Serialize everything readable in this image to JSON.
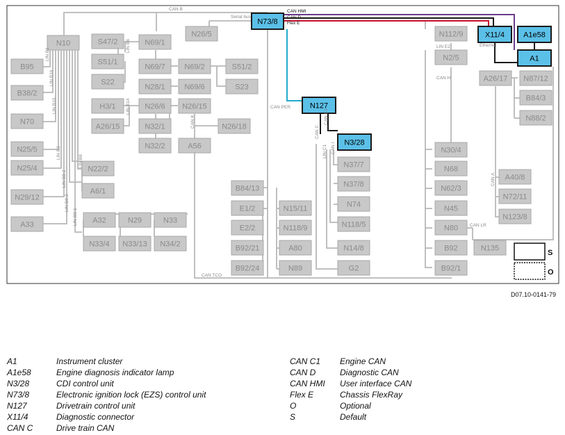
{
  "doc_id": "D07.10-0141-79",
  "boxes": {
    "N10": "N10",
    "B95": "B95",
    "B38_2": "B38/2",
    "N70": "N70",
    "N25_5": "N25/5",
    "N25_4": "N25/4",
    "N29_12": "N29/12",
    "A33": "A33",
    "S47_2": "S47/2",
    "S51_1": "S51/1",
    "S22": "S22",
    "N69_1": "N69/1",
    "N26_5": "N26/5",
    "N73_8": "N73/8",
    "N69_7": "N69/7",
    "N69_2": "N69/2",
    "S51_2": "S51/2",
    "N28_1": "N28/1",
    "N69_6": "N69/6",
    "S23": "S23",
    "H3_1": "H3/1",
    "N26_6": "N26/6",
    "N26_15": "N26/15",
    "A26_15": "A26/15",
    "N32_1": "N32/1",
    "N26_18": "N26/18",
    "N32_2": "N32/2",
    "A56": "A56",
    "N22_2": "N22/2",
    "A6_1": "A6/1",
    "A32": "A32",
    "N29": "N29",
    "N33": "N33",
    "N33_4": "N33/4",
    "N33_13": "N33/13",
    "N34_2": "N34/2",
    "N127": "N127",
    "N3_28": "N3/28",
    "B84_13": "B84/13",
    "E1_2": "E1/2",
    "N15_11": "N15/11",
    "E2_2": "E2/2",
    "N118_9": "N118/9",
    "B92_21": "B92/21",
    "A80": "A80",
    "B92_24": "B92/24",
    "N89": "N89",
    "N37_7": "N37/7",
    "N37_8": "N37/8",
    "N74": "N74",
    "N118_5": "N118/5",
    "N14_8": "N14/8",
    "G2": "G2",
    "N112_9": "N112/9",
    "X11_4": "X11/4",
    "A1e58": "A1e58",
    "A1": "A1",
    "N2_5": "N2/5",
    "A26_17": "A26/17",
    "N87_12": "N87/12",
    "B84_3": "B84/3",
    "N88_2": "N88/2",
    "N30_4": "N30/4",
    "N68": "N68",
    "N62_3": "N62/3",
    "N45": "N45",
    "N80": "N80",
    "B92": "B92",
    "B92_1": "B92/1",
    "A40_8": "A40/8",
    "N72_11": "N72/11",
    "N123_8": "N123/8",
    "N135": "N135"
  },
  "bus_labels": {
    "can_b": "CAN B",
    "serial_bus": "Serial bus",
    "can_hmi": "CAN HMI",
    "can_d": "CAN D",
    "flex_e": "Flex E",
    "lin_e2": "LIN E2",
    "ethernet": "Ethernet",
    "can_h": "CAN H",
    "can_per": "CAN PER",
    "can_c": "CAN C",
    "can_c1": "CAN C1",
    "can_i": "CAN I",
    "lin_c1": "LIN C1",
    "can_k": "CAN K",
    "can_a": "CAN A",
    "can_lr": "CAN LR",
    "can_tco": "CAN TCO",
    "lin_b1": "LIN B1",
    "lin_b16": "LIN B16",
    "lin_b15": "LIN B15",
    "lin_b2": "LIN B2",
    "lin_b8_2": "LIN B8-2",
    "lin_b8_3": "LIN B8-3",
    "lin_b8_1": "LIN B8-1",
    "lin_b8": "LIN B8",
    "lin_b6": "LIN B6",
    "lin_b14": "LIN B14"
  },
  "key": {
    "s": "S",
    "o": "O"
  },
  "legend_left": [
    {
      "code": "A1",
      "desc": "Instrument cluster"
    },
    {
      "code": "A1e58",
      "desc": "Engine diagnosis indicator lamp"
    },
    {
      "code": "N3/28",
      "desc": "CDI control unit"
    },
    {
      "code": "N73/8",
      "desc": "Electronic ignition lock (EZS) control unit"
    },
    {
      "code": "N127",
      "desc": "Drivetrain control unit"
    },
    {
      "code": "X11/4",
      "desc": "Diagnostic connector"
    },
    {
      "code": "CAN C",
      "desc": "Drive train CAN"
    }
  ],
  "legend_right": [
    {
      "code": "CAN C1",
      "desc": "Engine CAN"
    },
    {
      "code": "CAN D",
      "desc": "Diagnostic CAN"
    },
    {
      "code": "CAN HMI",
      "desc": "User interface CAN"
    },
    {
      "code": "Flex E",
      "desc": "Chassis FlexRay"
    },
    {
      "code": "O",
      "desc": "Optional"
    },
    {
      "code": "S",
      "desc": "Default"
    }
  ],
  "colors": {
    "module_gray": "#c8c8c8",
    "module_stroke": "#a8a8a8",
    "module_text": "#8a8a8a",
    "highlight_fill": "#5bc0e8",
    "highlight_stroke": "#1a1a1a",
    "can_hmi": "#6a3c8c",
    "can_d": "#1a1a1a",
    "flex_e": "#c8102e",
    "can_per": "#22aacc"
  }
}
